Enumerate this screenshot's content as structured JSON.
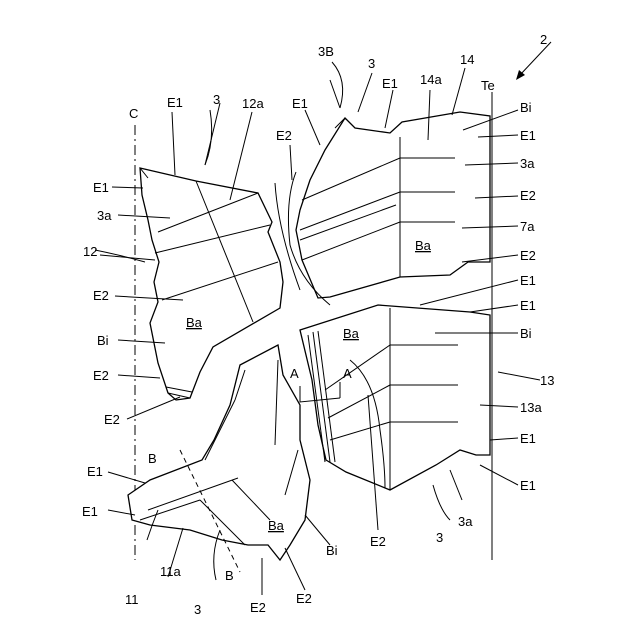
{
  "figure_number": "2",
  "labels": {
    "centerline": "C",
    "tread_edge": "Te",
    "block_3": "3",
    "block_3B": "3B",
    "block_12": "12",
    "block_12a": "12a",
    "block_14": "14",
    "block_14a": "14a",
    "block_13": "13",
    "block_13a": "13a",
    "block_11": "11",
    "block_11a": "11a",
    "sipe_3a": "3a",
    "sipe_7a": "7a",
    "edge_E1": "E1",
    "edge_E2": "E2",
    "surface_Ba": "Ba",
    "surface_Bi": "Bi",
    "section_A": "A",
    "section_B": "B"
  }
}
